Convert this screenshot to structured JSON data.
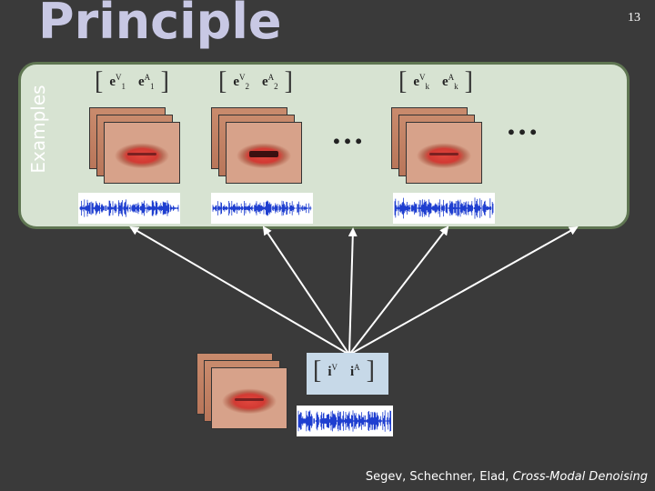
{
  "slide": {
    "title": "Principle",
    "page_number": "13",
    "side_label": "Examples",
    "ellipsis_1": "…",
    "ellipsis_2": "…",
    "citation_authors": "Segev, Schechner, Elad, ",
    "citation_title": "Cross-Modal Denoising"
  },
  "examples": [
    {
      "visual": "e",
      "visual_sup": "V",
      "visual_sub": "1",
      "audio": "e",
      "audio_sup": "A",
      "audio_sub": "1"
    },
    {
      "visual": "e",
      "visual_sup": "V",
      "visual_sub": "2",
      "audio": "e",
      "audio_sup": "A",
      "audio_sub": "2"
    },
    {
      "visual": "e",
      "visual_sup": "V",
      "visual_sub": "k",
      "audio": "e",
      "audio_sup": "A",
      "audio_sub": "k"
    }
  ],
  "query": {
    "visual": "i",
    "visual_sup": "V",
    "audio": "i",
    "audio_sup": "A"
  },
  "colors": {
    "background": "#3a3a3a",
    "panel": "#d7e3d2",
    "panel_border": "#5f7652",
    "title": "#c8c8e4",
    "waveform": "#1f3fd0",
    "query_box": "#c7d9e8",
    "arrow": "#ffffff"
  }
}
